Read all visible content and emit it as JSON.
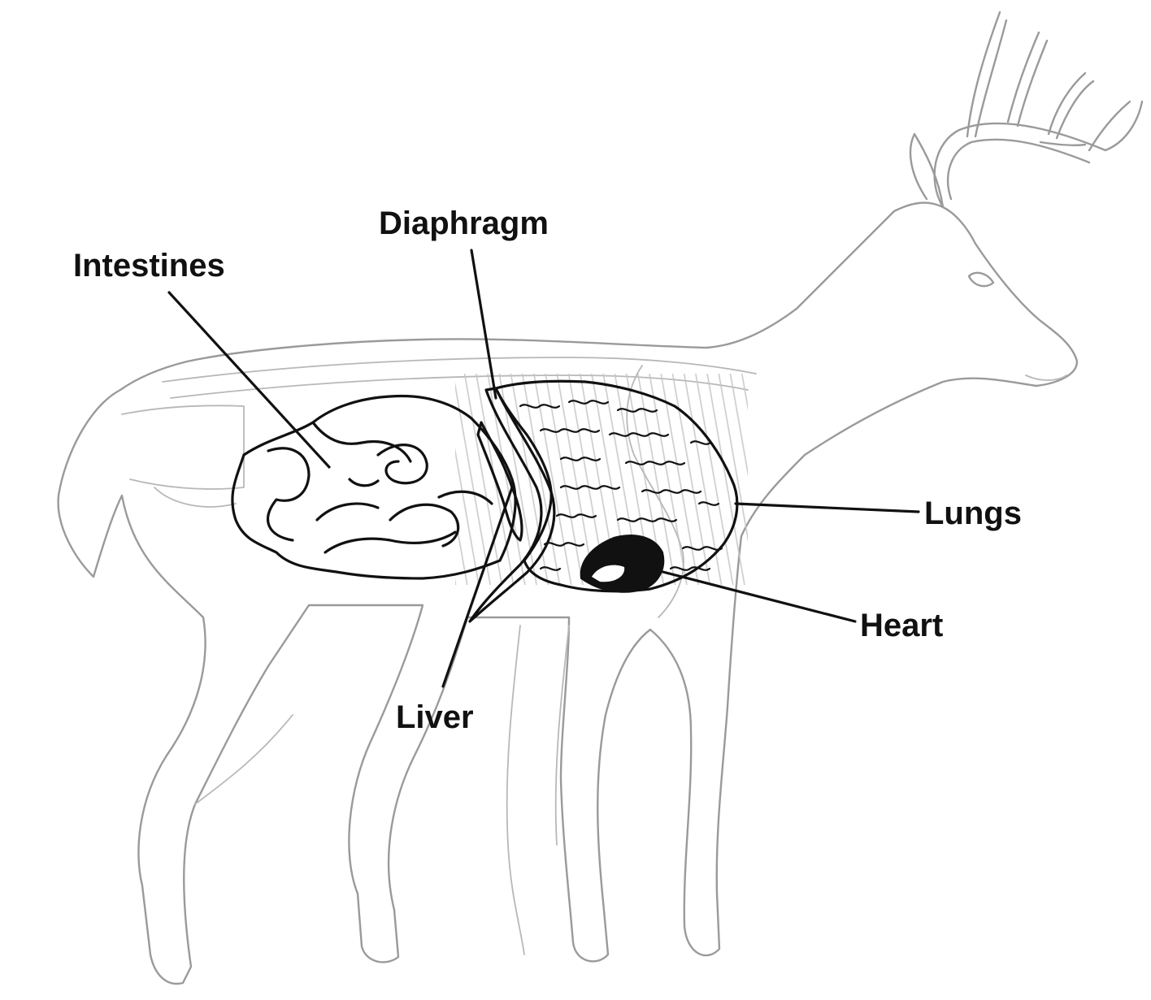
{
  "labels": {
    "intestines": "Intestines",
    "diaphragm": "Diaphragm",
    "lungs": "Lungs",
    "heart": "Heart",
    "liver": "Liver"
  },
  "colors": {
    "ink": "#111111",
    "outline": "#9a9a9a",
    "background": "#ffffff"
  }
}
